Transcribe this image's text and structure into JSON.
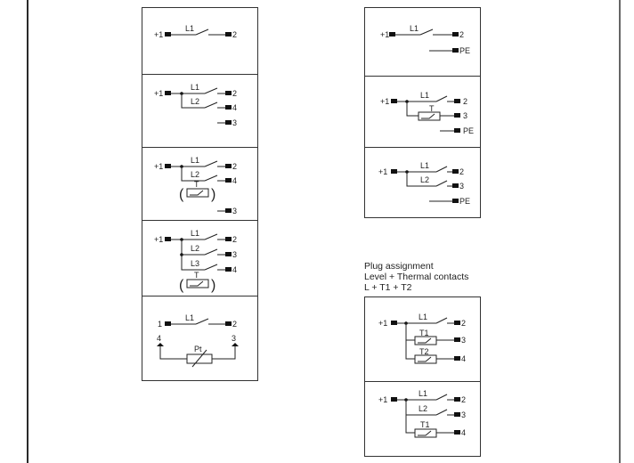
{
  "left_column": {
    "diagrams": [
      {
        "id": "L-single",
        "labels": {
          "in": "+1",
          "switch": "L1",
          "out": "2"
        }
      },
      {
        "id": "L-double",
        "labels": {
          "in": "+1",
          "s1": "L1",
          "s2": "L2",
          "o1": "2",
          "o2": "4",
          "o3": "3"
        }
      },
      {
        "id": "L-double-thermal",
        "labels": {
          "in": "+1",
          "s1": "L1",
          "s2": "L2",
          "t": "T",
          "o1": "2",
          "o2": "4",
          "o3": "3"
        }
      },
      {
        "id": "L-triple-thermal",
        "labels": {
          "in": "+1",
          "s1": "L1",
          "s2": "L2",
          "s3": "L3",
          "t": "T",
          "o1": "2",
          "o2": "3",
          "o3": "4"
        }
      },
      {
        "id": "L-pt",
        "labels": {
          "in": "1",
          "s1": "L1",
          "o1": "2",
          "p4": "4",
          "p3": "3",
          "pt": "Pt"
        }
      }
    ]
  },
  "right_column_top": {
    "diagrams": [
      {
        "id": "R-single-pe",
        "labels": {
          "in": "+1",
          "s1": "L1",
          "o1": "2",
          "pe": "PE"
        }
      },
      {
        "id": "R-thermal-pe",
        "labels": {
          "in": "+1",
          "s1": "L1",
          "t": "T",
          "o1": "2",
          "o2": "3",
          "pe": "PE"
        }
      },
      {
        "id": "R-double-pe",
        "labels": {
          "in": "+1",
          "s1": "L1",
          "s2": "L2",
          "o1": "2",
          "o2": "3",
          "pe": "PE"
        }
      }
    ]
  },
  "caption": {
    "line1": "Plug assignment",
    "line2": "Level + Thermal contacts",
    "line3": "L + T1 + T2"
  },
  "right_column_bottom": {
    "diagrams": [
      {
        "id": "R-T1-T2",
        "labels": {
          "in": "+1",
          "s1": "L1",
          "t1": "T1",
          "t2": "T2",
          "o1": "2",
          "o2": "3",
          "o3": "4"
        }
      },
      {
        "id": "R-L2-T1",
        "labels": {
          "in": "+1",
          "s1": "L1",
          "s2": "L2",
          "t1": "T1",
          "o1": "2",
          "o2": "3",
          "o3": "4"
        }
      }
    ]
  }
}
